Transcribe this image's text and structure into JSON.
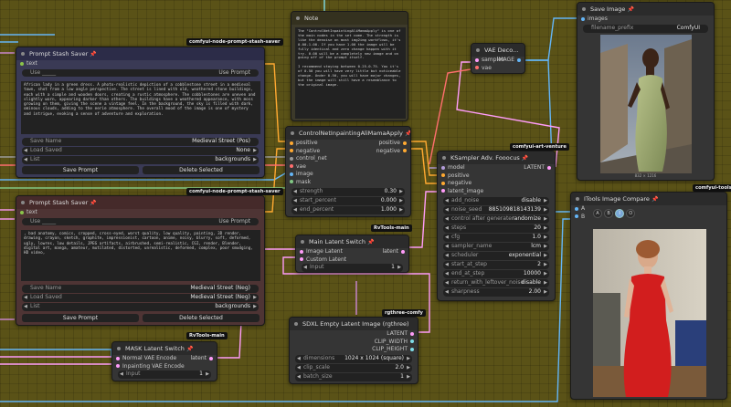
{
  "badges": {
    "stash_top": "comfyui-node-prompt-stash-saver",
    "stash_mid": "comfyui-node-prompt-stash-saver",
    "rvtools_a": "RvTools-main",
    "rvtools_b": "RvTools-main",
    "art_venture": "comfyui-art-venture",
    "rgthree": "rgthree-comfy",
    "comfyui_tools": "comfyui-tools"
  },
  "note": {
    "title": "Note",
    "text": "The \"ControlNetInpaintingAliMamaApply\" is one of the main nodes in the set come. The strength is like the denoise on most img2img workflows, it's 0.00-1.00. If you have 1.00 the image will be fully identical and zero change happen with it try. 0.00 will be a completely new image and on going off of the prompt itself.\n\nI recommend staying between 0.25-0.75. You it's of 0.50 you will have very little but noticeable change. Under 0.50, you will have major changes, but the image will still have a resemblance to the original image."
  },
  "stash1": {
    "title": "Prompt Stash Saver",
    "text_label": "text",
    "use_label": "Use _____",
    "use_prompt": "Use Prompt",
    "prompt_text": "African lady in a green dress. A photo-realistic depiction of a cobblestone street in a medieval town, shot from a low angle perspective. The street is lined with old, weathered stone buildings, each with a simple and wooden doors, creating a rustic atmosphere. The cobblestones are uneven and slightly worn, appearing darker than others. The buildings have a weathered appearance, with moss growing on them, giving the scene a vintage feel. In the background, the sky is filled with dark, ominous clouds, adding to the eerie atmosphere. The overall mood of the image is one of mystery and intrigue, evoking a sense of adventure and exploration.",
    "save_name_label": "Save Name",
    "save_name_value": "Medieval Street (Pos)",
    "load_saved_label": "Load Saved",
    "load_saved_value": "None",
    "list_label": "List",
    "list_value": "backgrounds",
    "save_btn": "Save Prompt",
    "delete_btn": "Delete Selected"
  },
  "stash2": {
    "title": "Prompt Stash Saver",
    "text_label": "text",
    "use_label": "Use _____",
    "use_prompt": "Use Prompt",
    "prompt_text": ", bad anatomy, comics, cropped, cross-eyed, worst quality, low quality, painting, 3D render, drawing, crayon, sketch, graphite, impressionist, cartoon, anime, noisy, blurry, soft, deformed, ugly, lowres, low details, JPEG artifacts, airbrushed, semi-realistic, CGI, render, Blender, digital art, manga, amateur, mutilated, distorted, unrealistic, deformed, complex, poor smudging, HD video,",
    "save_name_label": "Save Name",
    "save_name_value": "Medieval Street (Neg)",
    "load_saved_label": "Load Saved",
    "load_saved_value": "Medieval Street (Neg)",
    "list_label": "List",
    "list_value": "backgrounds",
    "save_btn": "Save Prompt",
    "delete_btn": "Delete Selected"
  },
  "controlnet": {
    "title": "ControlNetInpaintingAliMamaApply",
    "inputs": [
      "positive",
      "negative",
      "control_net",
      "vae",
      "image",
      "mask"
    ],
    "outputs": [
      "positive",
      "negative"
    ],
    "strength_label": "strength",
    "strength_value": "0.30",
    "start_label": "start_percent",
    "start_value": "0.000",
    "end_label": "end_percent",
    "end_value": "1.000"
  },
  "vae_decode": {
    "title": "VAE Deco...",
    "in_samples": "samples",
    "in_vae": "vae",
    "out_image": "IMAGE"
  },
  "save_image": {
    "title": "Save Image",
    "in_images": "images",
    "filename_label": "filename_prefix",
    "filename_value": "ComfyUI",
    "dims": "832 × 1216"
  },
  "ksampler": {
    "title": "KSampler Adv. Fooocus",
    "inputs": [
      "model",
      "positive",
      "negative",
      "latent_image"
    ],
    "out_latent": "LATENT",
    "widgets": [
      {
        "label": "add_noise",
        "value": "disable"
      },
      {
        "label": "noise_seed",
        "value": "885109818143139"
      },
      {
        "label": "control after generate",
        "value": "randomize"
      },
      {
        "label": "steps",
        "value": "20"
      },
      {
        "label": "cfg",
        "value": "1.0"
      },
      {
        "label": "sampler_name",
        "value": "lcm"
      },
      {
        "label": "scheduler",
        "value": "exponential"
      },
      {
        "label": "start_at_step",
        "value": "2"
      },
      {
        "label": "end_at_step",
        "value": "10000"
      },
      {
        "label": "return_with_leftover_noise",
        "value": "disable"
      },
      {
        "label": "sharpness",
        "value": "2.00"
      }
    ]
  },
  "compare": {
    "title": "ITools Image Compare",
    "in_a": "A",
    "in_b": "B",
    "modes": [
      "A",
      "B",
      "I",
      "O"
    ]
  },
  "latent_switch": {
    "title": "Main Latent Switch",
    "in_image_latent": "Image Latent",
    "in_custom_latent": "Custom Latent",
    "out_latent": "latent",
    "input_label": "Input",
    "input_value": "1"
  },
  "mask_switch": {
    "title": "MASK Latent Switch",
    "in_a": "Normal VAE Encode",
    "in_b": "Inpainting VAE Encode",
    "out_latent": "latent",
    "input_label": "Input",
    "input_value": "1"
  },
  "sdxl_latent": {
    "title": "SDXL Empty Latent Image (rgthree)",
    "outputs": [
      "LATENT",
      "CLIP_WIDTH",
      "CLIP_HEIGHT"
    ],
    "dims_label": "dimensions",
    "dims_value": "1024 x 1024 (square)",
    "clip_label": "clip_scale",
    "clip_value": "2.0",
    "batch_label": "batch_size",
    "batch_value": "1"
  },
  "colors": {
    "canvas": "#5a5217",
    "node": "#353535",
    "stash_tint": "#3a3a55",
    "stash2_tint": "#553a3a",
    "wire_image": "#64b5f6",
    "wire_latent": "#ff9cf9",
    "wire_cond": "#ffa931",
    "wire_vae": "#ff6e6e",
    "wire_mask": "#81c784",
    "pin": "#e8c200"
  }
}
